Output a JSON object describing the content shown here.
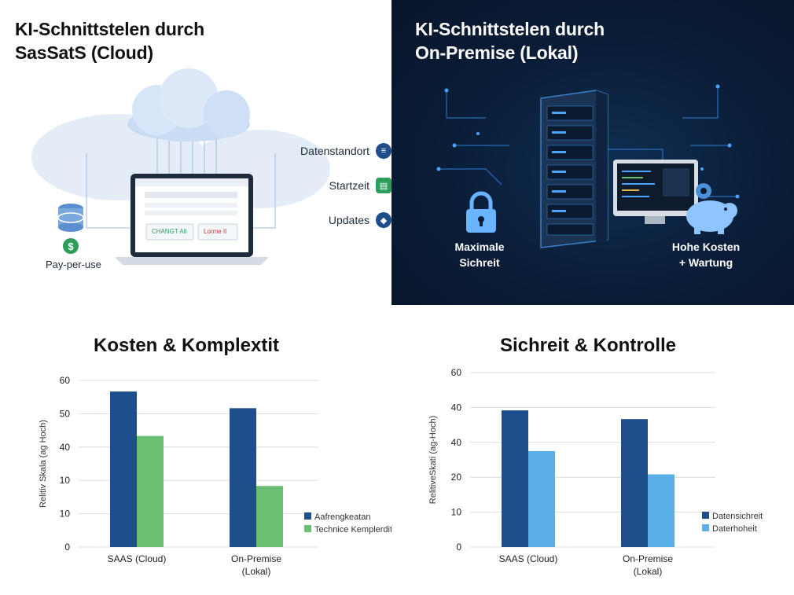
{
  "cloud_panel": {
    "title_line1": "KI-Schnittstelen durch",
    "title_line2": "SasSatS (Cloud)",
    "laptop_btn1": "CHANGT All",
    "laptop_btn2": "Lorme II",
    "pay_label": "Pay-per-use",
    "features": [
      "Datenstandort",
      "Startzeit",
      "Updates"
    ],
    "colors": {
      "cloud": "#c9dcf4",
      "accent": "#1f4e8c",
      "green": "#2e9e5b"
    }
  },
  "onprem_panel": {
    "title_line1": "KI-Schnittstelen durch",
    "title_line2": "On-Premise (Lokal)",
    "lock_label_line1": "Maximale",
    "lock_label_line2": "Sichreit",
    "cost_label_line1": "Hohe Kosten",
    "cost_label_line2": "+ Wartung",
    "colors": {
      "background": "#0a1c36",
      "glow": "#4aa3ff"
    }
  },
  "chart_data": [
    {
      "type": "bar",
      "title": "Kosten & Komplextit",
      "ylabel": "Relitiv Skala (ag Hoch)",
      "categories": [
        "SAAS (Cloud)",
        "On-Premise (Lokal)"
      ],
      "yticks": [
        "60",
        "50",
        "40",
        "10",
        "10",
        "0"
      ],
      "ylim": [
        0,
        60
      ],
      "series": [
        {
          "name": "Aafrengkeatan",
          "color": "#1f4e8c",
          "values": [
            56,
            50
          ]
        },
        {
          "name": "Technice Kemplerdit",
          "color": "#6bbf73",
          "values": [
            40,
            22
          ]
        }
      ],
      "grid": true,
      "legend": "bottom-right"
    },
    {
      "type": "bar",
      "title": "Sichreit & Kontrolle",
      "ylabel": "RelitiveSkati (ag-Hoch)",
      "categories": [
        "SAAS (Cloud)",
        "On-Premise (Lokal)"
      ],
      "yticks": [
        "60",
        "40",
        "40",
        "20",
        "10",
        "0"
      ],
      "ylim": [
        0,
        60
      ],
      "series": [
        {
          "name": "Datensichreit",
          "color": "#1f4e8c",
          "values": [
            47,
            44
          ]
        },
        {
          "name": "Daterhoheit",
          "color": "#5aaee6",
          "values": [
            33,
            25
          ]
        }
      ],
      "grid": true,
      "legend": "bottom-right"
    }
  ]
}
